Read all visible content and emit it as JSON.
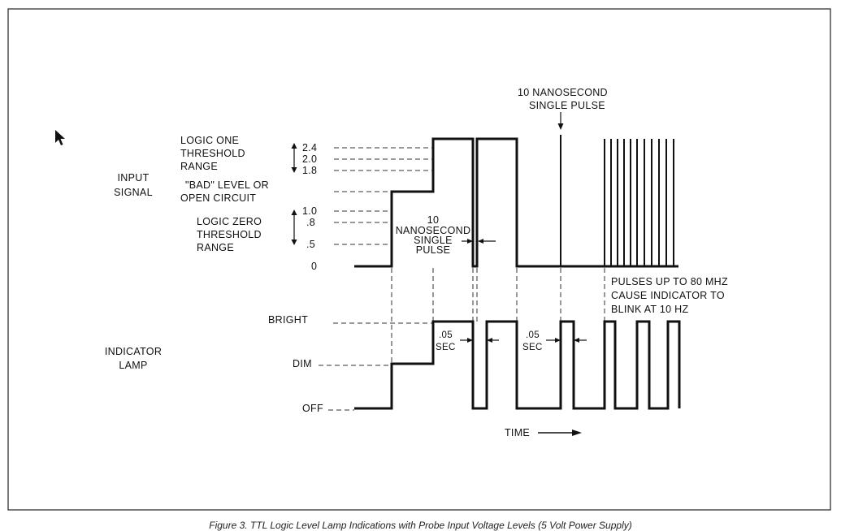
{
  "input_signal": {
    "heading_line1": "INPUT",
    "heading_line2": "SIGNAL",
    "logic_one_lines": [
      "LOGIC ONE",
      "THRESHOLD",
      "RANGE"
    ],
    "bad_level_lines": [
      "\"BAD\" LEVEL OR",
      "OPEN CIRCUIT"
    ],
    "logic_zero_lines": [
      "LOGIC ZERO",
      "THRESHOLD",
      "RANGE"
    ],
    "voltage_ticks": [
      "2.4",
      "2.0",
      "1.8",
      "1.0",
      ".8",
      ".5",
      "0"
    ]
  },
  "indicator_lamp": {
    "heading_line1": "INDICATOR",
    "heading_line2": "LAMP",
    "levels": [
      "BRIGHT",
      "DIM",
      "OFF"
    ]
  },
  "annotations": {
    "top_pulse_lines": [
      "10 NANOSECOND",
      "SINGLE PULSE"
    ],
    "mid_pulse_lines": [
      "10",
      "NANOSECOND",
      "SINGLE",
      "PULSE"
    ],
    "blink_lines": [
      "PULSES UP TO 80 MHZ",
      "CAUSE INDICATOR TO",
      "BLINK AT 10 HZ"
    ],
    "sec_value": ".05",
    "sec_unit": "SEC",
    "time_label": "TIME"
  },
  "caption": "Figure 3. TTL Logic Level Lamp Indications with Probe Input Voltage Levels (5 Volt Power Supply)"
}
